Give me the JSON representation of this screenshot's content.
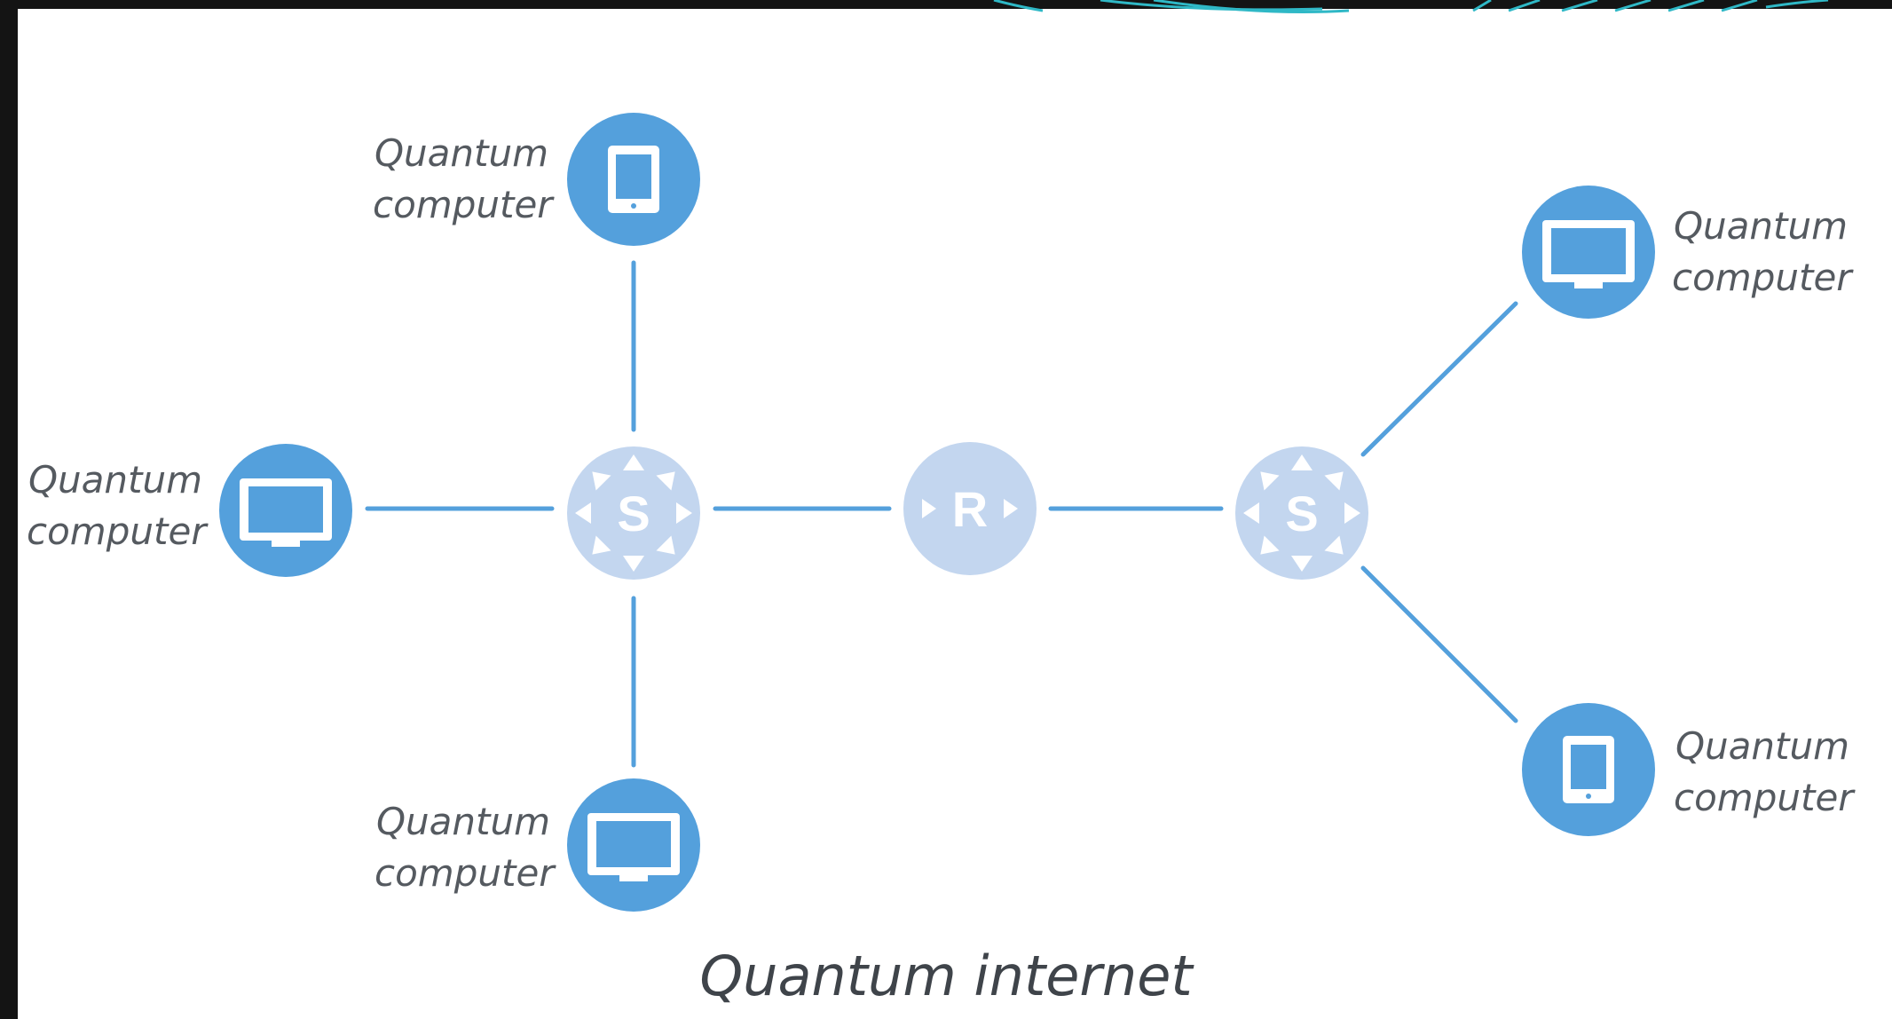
{
  "diagram": {
    "title": "Quantum internet",
    "colors": {
      "background": "#141414",
      "canvas": "#ffffff",
      "node": "#54a0dc",
      "hub": "#c3d6ef",
      "link": "#54a0dc",
      "device_face": "#54a0dc",
      "accent_swoosh": "#2fb8c6",
      "text": "#555a60"
    },
    "hubs": [
      {
        "id": "switch-1",
        "letter": "S"
      },
      {
        "id": "router",
        "letter": "R"
      },
      {
        "id": "switch-2",
        "letter": "S"
      }
    ],
    "computers": [
      {
        "id": "computer-top",
        "icon": "tablet-icon",
        "label_line1": "Quantum",
        "label_line2": "computer"
      },
      {
        "id": "computer-left",
        "icon": "monitor-icon",
        "label_line1": "Quantum",
        "label_line2": "computer"
      },
      {
        "id": "computer-bottom",
        "icon": "monitor-icon",
        "label_line1": "Quantum",
        "label_line2": "computer"
      },
      {
        "id": "computer-right-top",
        "icon": "monitor-icon",
        "label_line1": "Quantum",
        "label_line2": "computer"
      },
      {
        "id": "computer-right-bottom",
        "icon": "tablet-icon",
        "label_line1": "Quantum",
        "label_line2": "computer"
      }
    ],
    "links": [
      {
        "from": "computer-top",
        "to": "switch-1"
      },
      {
        "from": "computer-left",
        "to": "switch-1"
      },
      {
        "from": "computer-bottom",
        "to": "switch-1"
      },
      {
        "from": "switch-1",
        "to": "router"
      },
      {
        "from": "router",
        "to": "switch-2"
      },
      {
        "from": "switch-2",
        "to": "computer-right-top"
      },
      {
        "from": "switch-2",
        "to": "computer-right-bottom"
      }
    ]
  }
}
